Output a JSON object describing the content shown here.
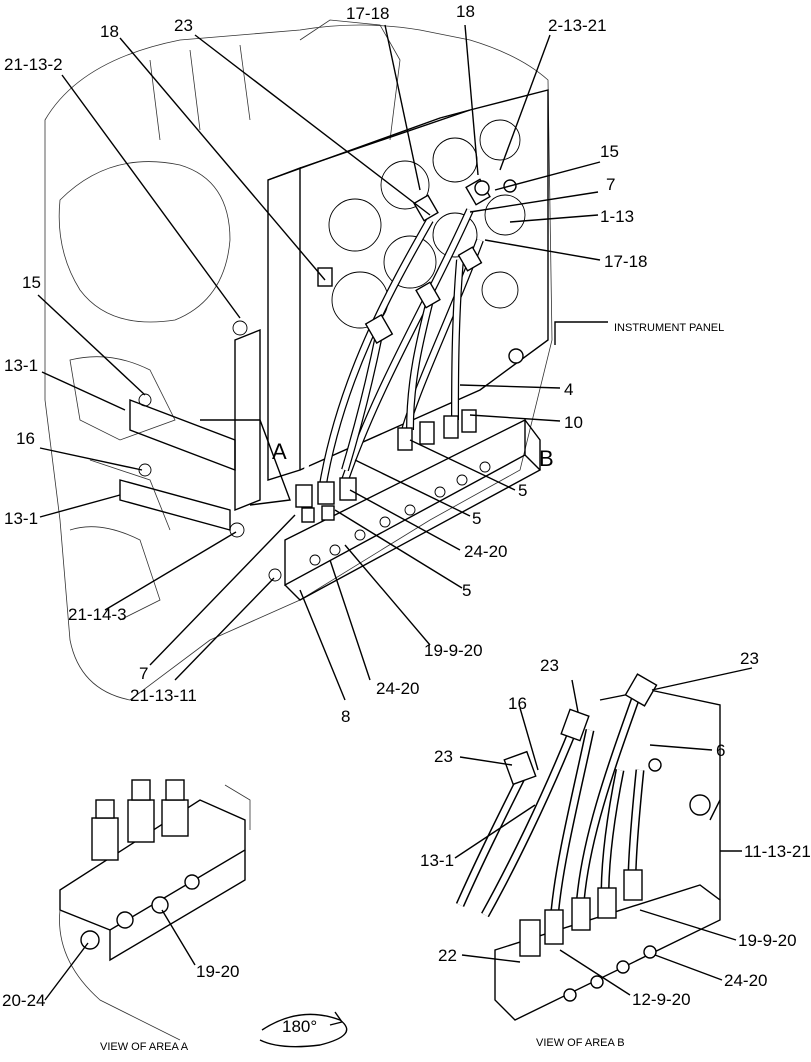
{
  "callouts": {
    "c_18_left": "18",
    "c_23_top": "23",
    "c_17_18_top": "17-18",
    "c_18_top": "18",
    "c_2_13_21": "2-13-21",
    "c_21_13_2": "21-13-2",
    "c_15_right": "15",
    "c_7_right": "7",
    "c_1_13": "1-13",
    "c_17_18_right": "17-18",
    "c_15_left": "15",
    "c_13_1_upper": "13-1",
    "c_16_left": "16",
    "c_13_1_lower": "13-1",
    "c_4": "4",
    "c_10": "10",
    "c_5_a": "5",
    "c_5_b": "5",
    "c_24_20_mid": "24-20",
    "c_5_c": "5",
    "c_19_9_20_mid": "19-9-20",
    "c_24_20_low": "24-20",
    "c_8": "8",
    "c_21_14_3": "21-14-3",
    "c_7_low": "7",
    "c_21_13_11": "21-13-11",
    "c_20_24": "20-24",
    "c_19_20": "19-20",
    "c_23_b1": "23",
    "c_23_b2": "23",
    "c_23_b3": "23",
    "c_16_b": "16",
    "c_6": "6",
    "c_13_1_b": "13-1",
    "c_11_13_21": "11-13-21",
    "c_19_9_20_b": "19-9-20",
    "c_24_20_b": "24-20",
    "c_22": "22",
    "c_12_9_20": "12-9-20"
  },
  "area_letters": {
    "area_a": "A",
    "area_b": "B"
  },
  "notes": {
    "instrument_panel": "INSTRUMENT PANEL",
    "rotation": "180°"
  },
  "captions": {
    "view_a": "VIEW OF AREA  A",
    "view_b": "VIEW OF AREA  B"
  }
}
